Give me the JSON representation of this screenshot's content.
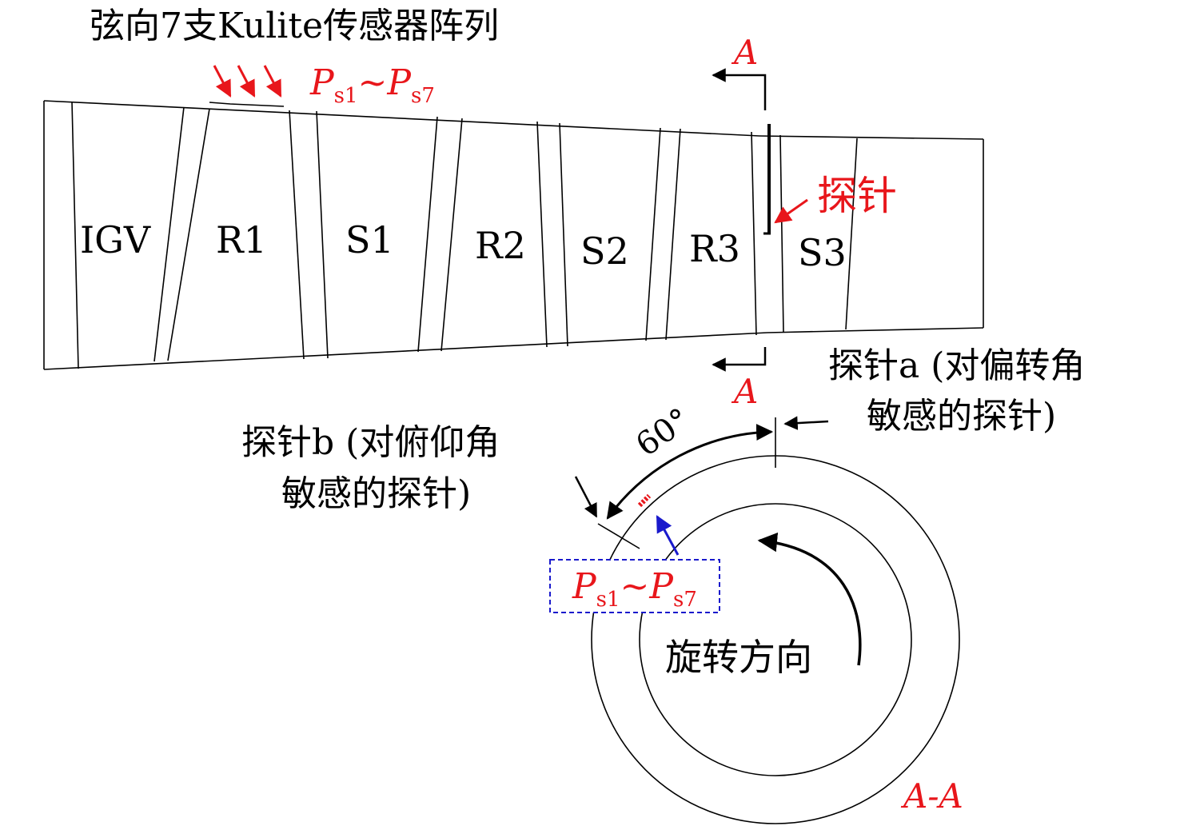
{
  "colors": {
    "line": "#000000",
    "accent_red": "#e8161b",
    "accent_blue": "#1a1acc"
  },
  "meridional_view": {
    "array_label": "弦向7支Kulite传感器阵列",
    "sensor_range": {
      "p1": "P",
      "sub1": "s1",
      "tilde": "~",
      "p2": "P",
      "sub2": "s7"
    },
    "stages": [
      "IGV",
      "R1",
      "S1",
      "R2",
      "S2",
      "R3",
      "S3"
    ],
    "probe_label": "探针",
    "section_mark_top": "A",
    "section_mark_bottom": "A"
  },
  "section_view": {
    "probe_a_line1": "探针a (对偏转角",
    "probe_a_line2": "敏感的探针)",
    "probe_b_line1": "探针b (对俯仰角",
    "probe_b_line2": "敏感的探针)",
    "angle_label": "60°",
    "sensor_range": {
      "p1": "P",
      "sub1": "s1",
      "tilde": "~",
      "p2": "P",
      "sub2": "s7"
    },
    "rotation_label": "旋转方向",
    "section_title": "A-A"
  }
}
